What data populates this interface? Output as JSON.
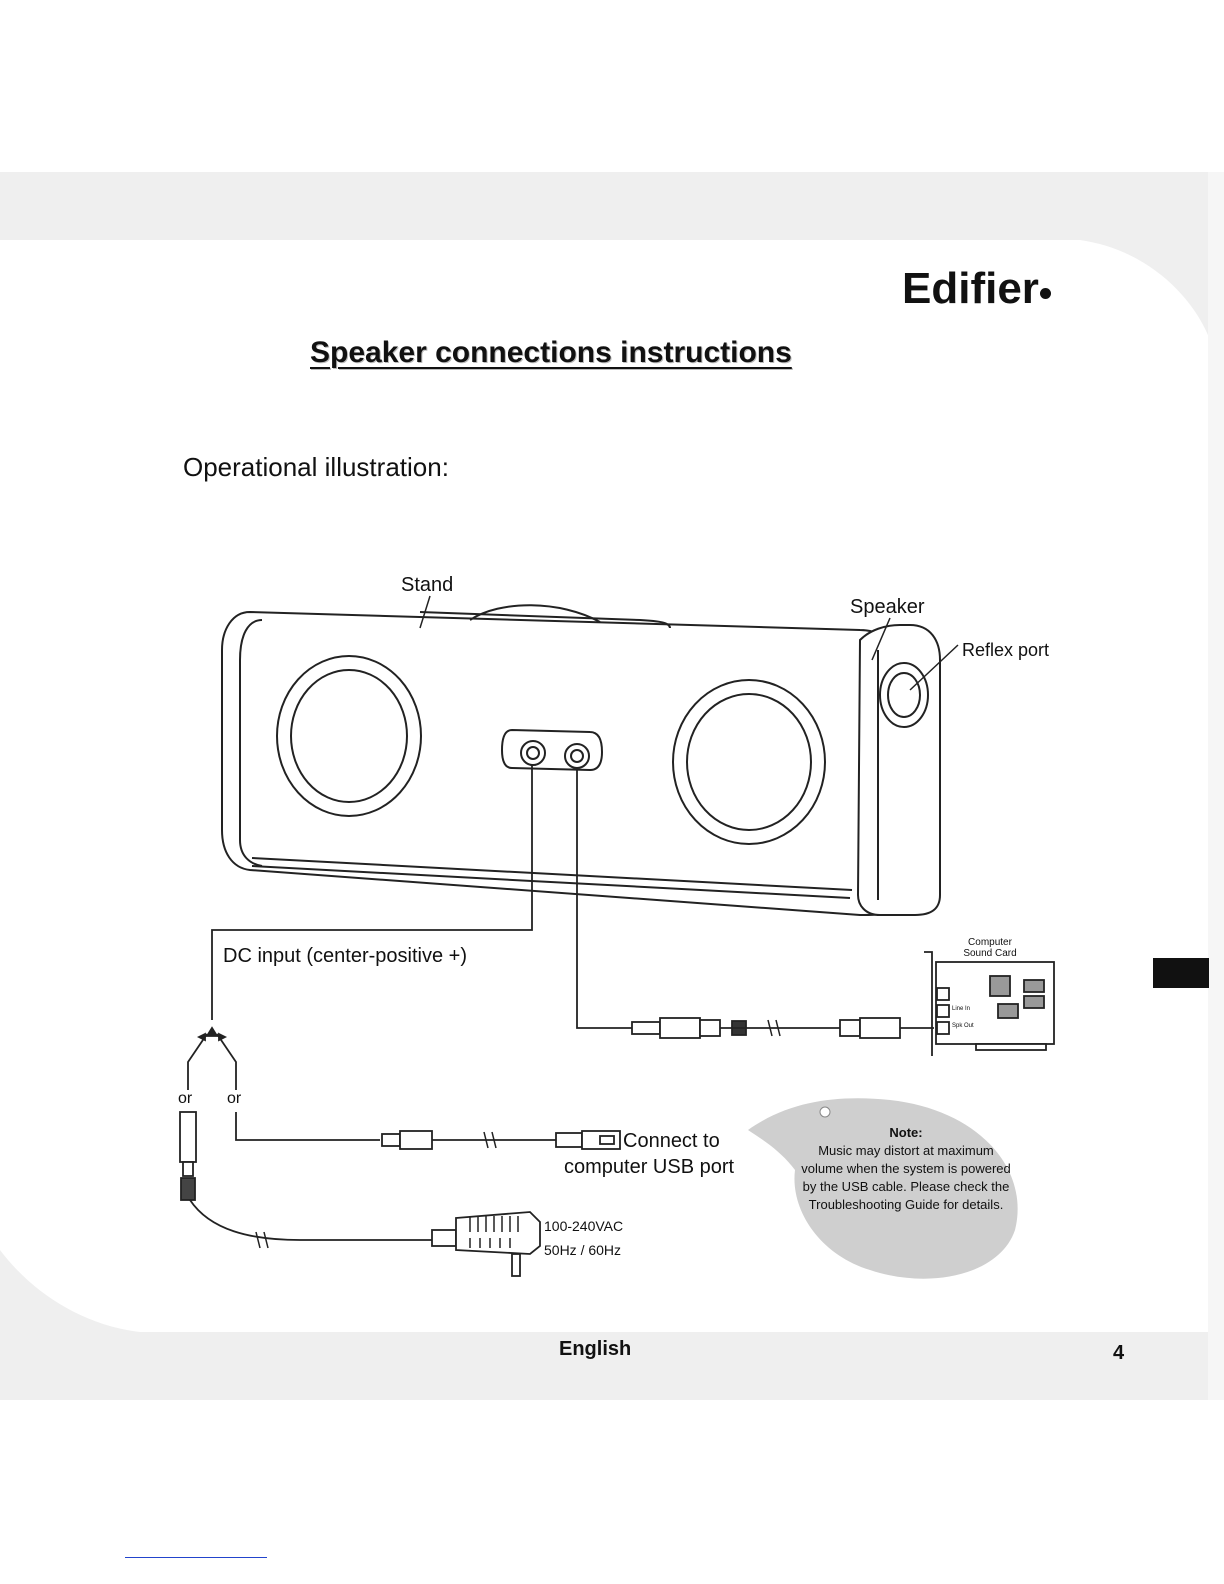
{
  "brand": "Edifier",
  "heading": "Speaker connections instructions",
  "subheading": "Operational illustration:",
  "labels": {
    "stand": "Stand",
    "speaker": "Speaker",
    "reflex_port": "Reflex port",
    "dc_input": "DC input (center-positive +)",
    "or_left": "or",
    "or_right": "or",
    "usb_line1": "Connect to",
    "usb_line2": "computer USB port",
    "adapter_voltage": "100-240VAC",
    "adapter_freq": "50Hz / 60Hz",
    "sound_card_line1": "Computer",
    "sound_card_line2": "Sound Card",
    "line_in": "Line In",
    "spk_out": "Spk Out"
  },
  "note": {
    "title": "Note:",
    "body": "Music may distort at maximum volume when the system is powered by the USB cable. Please check the Troubleshooting Guide for details."
  },
  "footer": {
    "language": "English",
    "page_number": "4"
  },
  "colors": {
    "band_gray": "#efefef",
    "line": "#222222",
    "note_bubble": "#cfcfcf"
  }
}
